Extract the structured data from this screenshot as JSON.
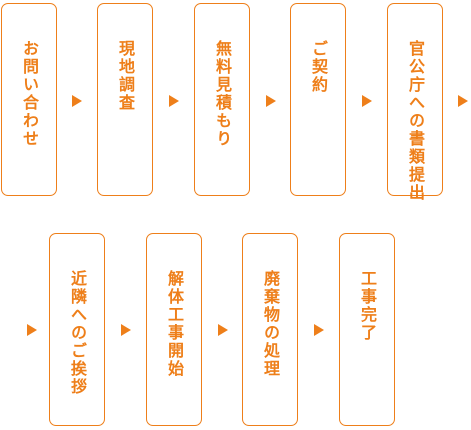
{
  "colors": {
    "accent": "#ee7f1a"
  },
  "steps_row1": [
    "お問い合わせ",
    "現地調査",
    "無料見積もり",
    "ご契約",
    "官公庁への書類提出"
  ],
  "steps_row2": [
    "近隣へのご挨拶",
    "解体工事開始",
    "廃棄物の処理",
    "工事完了"
  ],
  "arrow_icon": "triangle-right"
}
